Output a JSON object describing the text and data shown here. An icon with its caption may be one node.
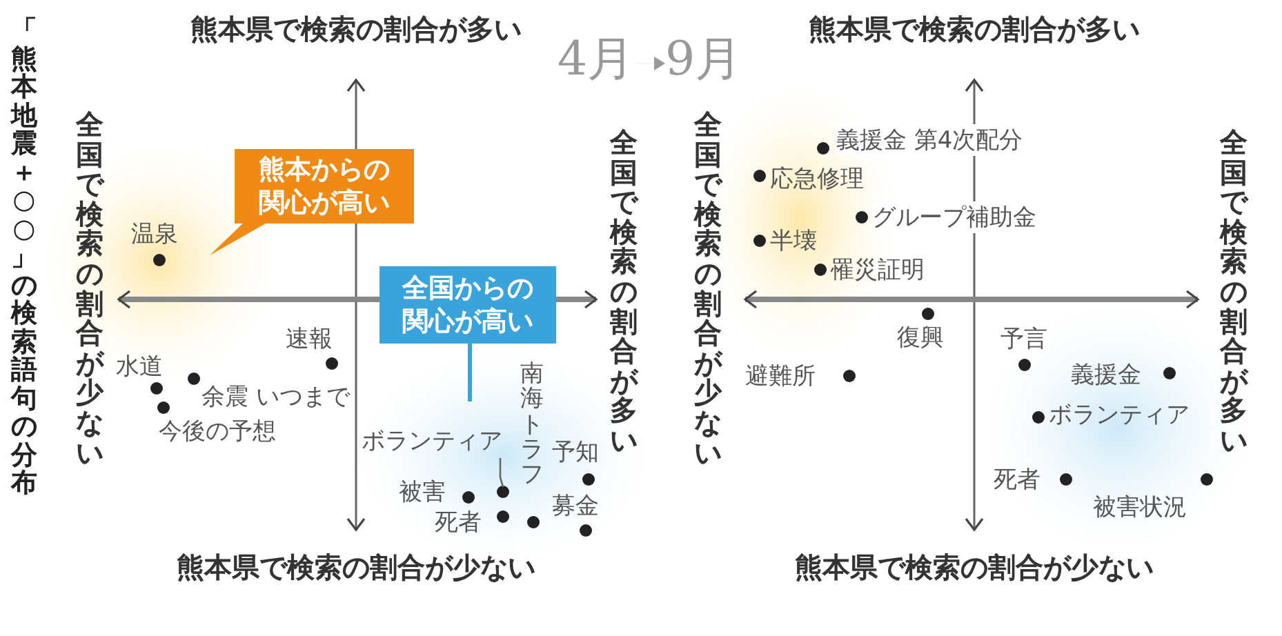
{
  "diagram": {
    "title": "「熊本地震＋○○」の検索語句の分布",
    "nodes": [
      {
        "text": [
          "4月"
        ]
      },
      {
        "text": [
          "9月"
        ]
      },
      {
        "text": [
          "熊本からの関心が高い"
        ]
      },
      {
        "text": [
          "全国からの関心が高い"
        ]
      },
      {
        "text": [
          "ボランティア"
        ]
      },
      {
        "text": [],
        "shape": "circle"
      }
    ],
    "edges": [
      {
        "from": 0,
        "to": 1,
        "arrow": "to"
      },
      {
        "from": 4,
        "to": 5,
        "arrow": "none"
      }
    ],
    "labels": [
      "熊本県で検索の割合が多い",
      "全国で検索の割合が少ない",
      "全国で検索の割合が多い",
      "温泉",
      "速報",
      "水道",
      "余震 いつまで",
      "今後の予想",
      "南海トラフ",
      "予知",
      "被害",
      "募金",
      "死者",
      "熊本県で検索の割合が少ない",
      "熊本県で検索の割合が多い",
      "全国で検索の割合が少ない",
      "全国で検索の割合が多い",
      "義援金 第4次配分",
      "応急修理",
      "グループ補助金",
      "半壊",
      "罹災証明",
      "復興",
      "避難所",
      "予言",
      "義援金",
      "ボランティア",
      "死者",
      "被害状況",
      "熊本県で検索の割合が少ない"
    ]
  }
}
